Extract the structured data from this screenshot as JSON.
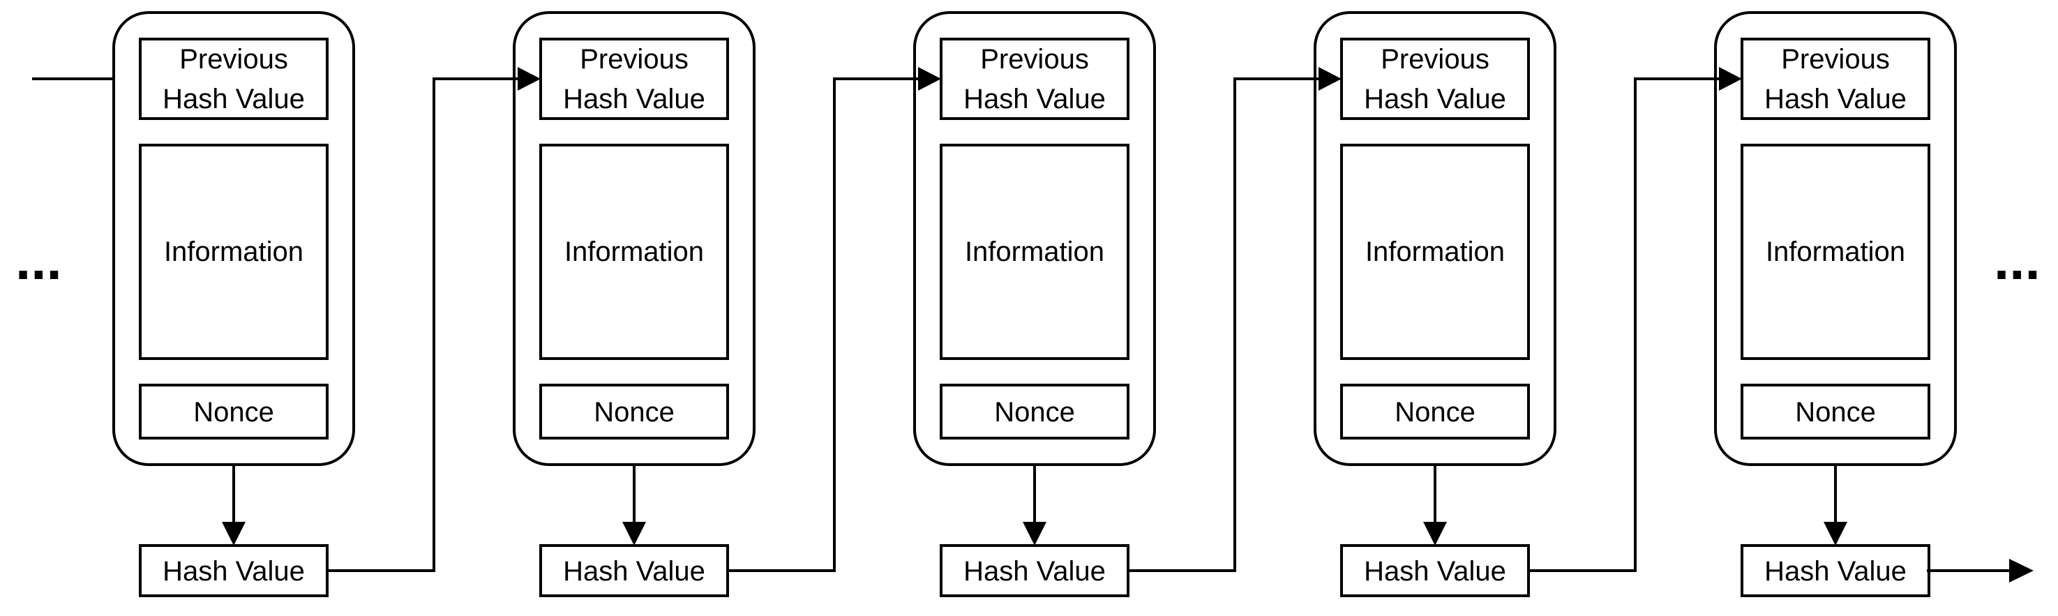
{
  "diagram": {
    "leading_ellipsis": "...",
    "trailing_ellipsis": "...",
    "blocks": [
      {
        "prev_hash_line1": "Previous",
        "prev_hash_line2": "Hash Value",
        "information": "Information",
        "nonce": "Nonce",
        "hash_value": "Hash Value"
      },
      {
        "prev_hash_line1": "Previous",
        "prev_hash_line2": "Hash Value",
        "information": "Information",
        "nonce": "Nonce",
        "hash_value": "Hash Value"
      },
      {
        "prev_hash_line1": "Previous",
        "prev_hash_line2": "Hash Value",
        "information": "Information",
        "nonce": "Nonce",
        "hash_value": "Hash Value"
      },
      {
        "prev_hash_line1": "Previous",
        "prev_hash_line2": "Hash Value",
        "information": "Information",
        "nonce": "Nonce",
        "hash_value": "Hash Value"
      },
      {
        "prev_hash_line1": "Previous",
        "prev_hash_line2": "Hash Value",
        "information": "Information",
        "nonce": "Nonce",
        "hash_value": "Hash Value"
      }
    ],
    "colors": {
      "stroke": "#000000",
      "fill": "#ffffff"
    }
  }
}
